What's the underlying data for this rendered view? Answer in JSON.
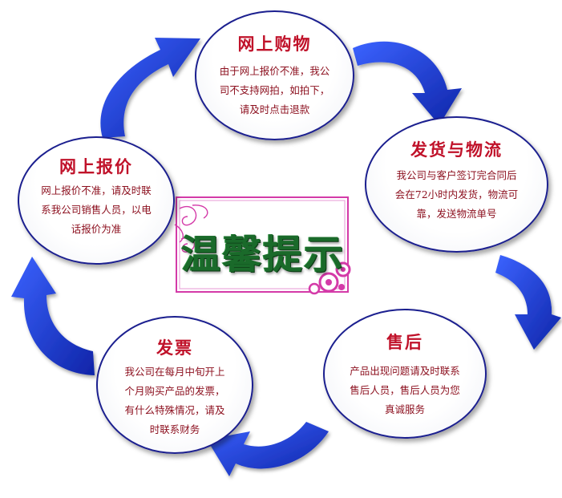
{
  "center": {
    "title": "温馨提示"
  },
  "nodes": {
    "shopping": {
      "title": "网上购物",
      "lines": [
        "由于网上报价不准，我公",
        "司不支持网拍，如拍下，",
        "请及时点击退款"
      ]
    },
    "logistics": {
      "title": "发货与物流",
      "lines": [
        "我公司与客户签订完合同后",
        "会在72小时内发货，物流可",
        "靠，发送物流单号"
      ]
    },
    "quote": {
      "title": "网上报价",
      "lines": [
        "网上报价不准，请及时联",
        "系我公司销售人员，以电",
        "话报价为准"
      ]
    },
    "invoice": {
      "title": "发票",
      "lines": [
        "我公司在每月中旬开上",
        "个月购买产品的发票，",
        "有什么特殊情况，请及",
        "时联系财务"
      ]
    },
    "aftersale": {
      "title": "售后",
      "lines": [
        "产品出现问题请及时联系",
        "售后人员，售后人员为您",
        "真诚服务"
      ]
    }
  },
  "colors": {
    "arrow": "#1f3fe0",
    "arrow_dark": "#0f24a8",
    "title_red": "#c0122a",
    "body_red": "#8c0f1e",
    "center_green": "#1a6a2a",
    "frame_pink": "#d43aa8"
  }
}
